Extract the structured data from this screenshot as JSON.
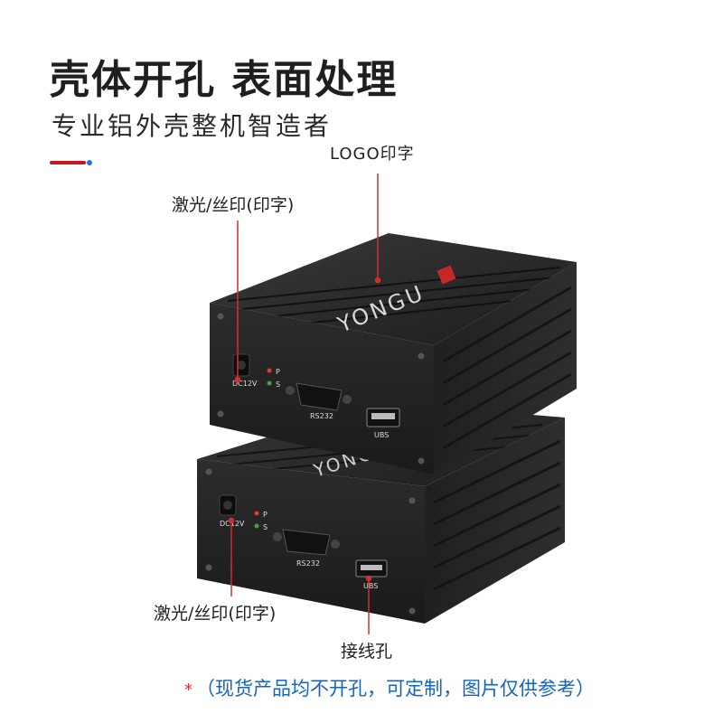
{
  "title": "壳体开孔 表面处理",
  "subtitle": "专业铝外壳整机智造者",
  "labels": {
    "logo_print": "LOGO印字",
    "laser_print_top": "激光/丝印(印字)",
    "laser_print_bottom": "激光/丝印(印字)",
    "wiring_hole": "接线孔"
  },
  "device": {
    "brand": "YONGU",
    "dc_port": "DC12V",
    "led_p": "P",
    "led_s": "S",
    "serial_port": "RS232",
    "usb_port": "UBS"
  },
  "footnote": {
    "star": "*",
    "text": "（现货产品均不开孔，可定制，图片仅供参考）"
  },
  "colors": {
    "accent_red": "#c8161d",
    "accent_blue": "#1a73e8",
    "leader_line": "#d32f2f",
    "footnote_text": "#1565c0",
    "enclosure": "#1f1f1f"
  }
}
